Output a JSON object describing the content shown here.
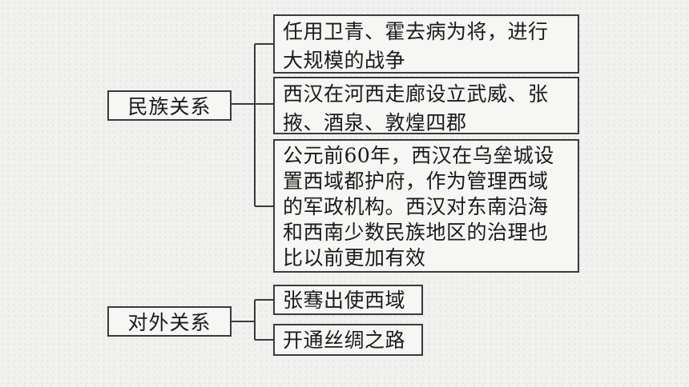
{
  "groups": [
    {
      "category": "民族关系",
      "items": [
        {
          "lines": [
            "任用卫青、霍去病为将，进行",
            "大规模的战争"
          ]
        },
        {
          "lines": [
            "西汉在河西走廊设立武威、张",
            "掖、酒泉、敦煌四郡"
          ]
        },
        {
          "lines": [
            "公元前60年，西汉在乌垒城设",
            "置西域都护府，作为管理西域",
            "的军政机构。西汉对东南沿海",
            "和西南少数民族地区的治理也",
            "比以前更加有效"
          ]
        }
      ]
    },
    {
      "category": "对外关系",
      "items": [
        {
          "lines": [
            "张骞出使西域"
          ]
        },
        {
          "lines": [
            "开通丝绸之路"
          ]
        }
      ]
    }
  ]
}
